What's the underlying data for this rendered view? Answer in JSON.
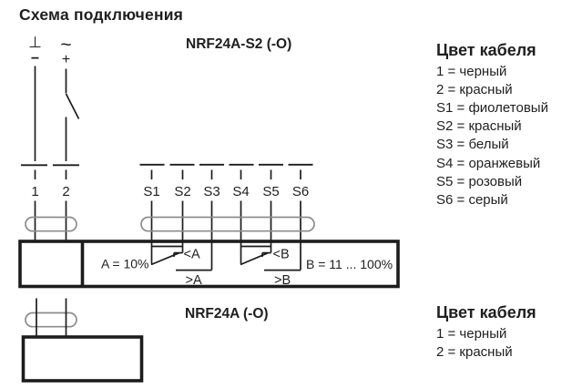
{
  "page": {
    "title": "Схема подключения"
  },
  "diagram1": {
    "label": "NRF24A-S2 (-O)",
    "supply": {
      "ground_symbol": "⊥",
      "ac_symbol": "~",
      "minus_symbol": "−",
      "plus_symbol": "+"
    },
    "terminals": [
      "1",
      "2"
    ],
    "s_terminals": [
      "S1",
      "S2",
      "S3",
      "S4",
      "S5",
      "S6"
    ],
    "switch_a": {
      "value_label": "A = 10%",
      "below_label": "<A",
      "above_label": ">A"
    },
    "switch_b": {
      "value_label": "B = 11 ... 100%",
      "below_label": "<B",
      "above_label": ">B"
    }
  },
  "diagram2": {
    "label": "NRF24A (-O)"
  },
  "legend1": {
    "heading": "Цвет кабеля",
    "items": [
      "1 = черный",
      "2 = красный",
      "S1 = фиолетовый",
      "S2 = красный",
      "S3 = белый",
      "S4 = оранжевый",
      "S5 = розовый",
      "S6 = серый"
    ]
  },
  "legend2": {
    "heading": "Цвет кабеля",
    "items": [
      "1 = черный",
      "2 = красный"
    ]
  }
}
